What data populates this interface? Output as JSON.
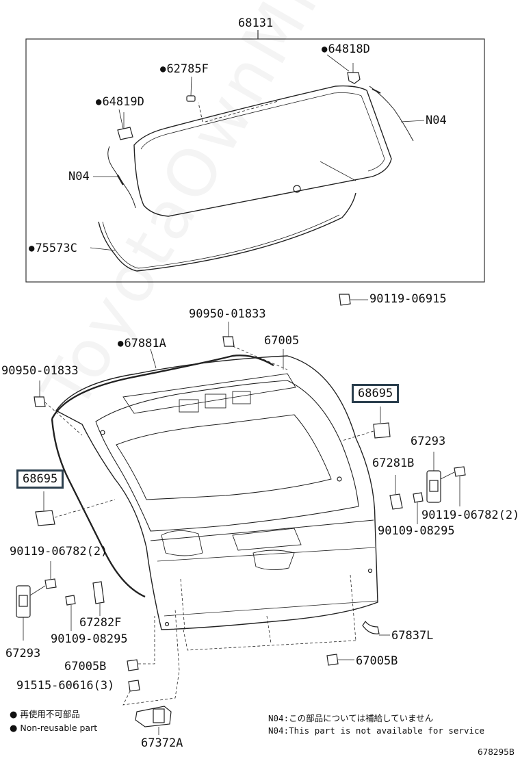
{
  "diagram_id": "678295B",
  "watermark": "ToyotaOwnMine.ru",
  "labels": {
    "p68131": "68131",
    "p64818D": "64818D",
    "p62785F": "62785F",
    "p64819D": "64819D",
    "n04_right": "N04",
    "n04_left": "N04",
    "p75573C": "75573C",
    "p90119_06915": "90119-06915",
    "p90950_01833_top": "90950-01833",
    "p67881A": "67881A",
    "p67005": "67005",
    "p90950_01833_left": "90950-01833",
    "p68695_right": "68695",
    "p68695_left": "68695",
    "p67293_right": "67293",
    "p67281B": "67281B",
    "p90119_06782_right": "90119-06782(2)",
    "p90109_08295_right": "90109-08295",
    "p90119_06782_left": "90119-06782(2)",
    "p67282F": "67282F",
    "p90109_08295_left": "90109-08295",
    "p67293_left": "67293",
    "p67837L": "67837L",
    "p67005B_left": "67005B",
    "p67005B_right": "67005B",
    "p91515_60616": "91515-60616(3)",
    "p67372A": "67372A"
  },
  "legend": {
    "jp": "再使用不可部品",
    "en": "Non-reusable part"
  },
  "notes": {
    "jp": "N04:この部品については補給していません",
    "en": "N04:This part is not available for service"
  }
}
